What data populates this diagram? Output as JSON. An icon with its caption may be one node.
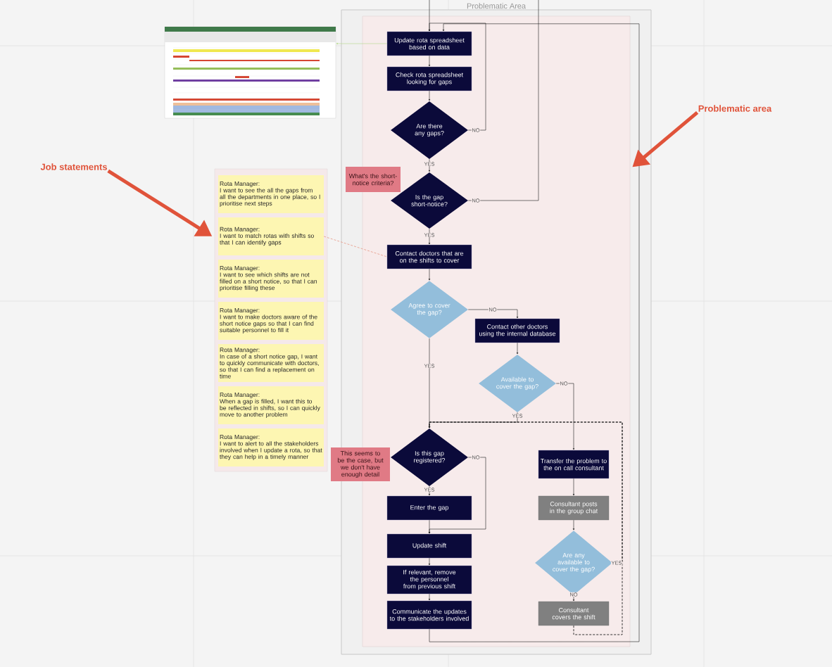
{
  "diagram": {
    "nodes": [
      {
        "text": [
          "Problematic Area"
        ]
      },
      {
        "text": [],
        "shape": "box",
        "in": 0
      },
      {
        "text": [
          "Update rota spreadsheet based on data"
        ],
        "in": 1
      },
      {
        "text": [
          "Check rota spreadsheet looking for gaps"
        ],
        "in": 1
      },
      {
        "text": [
          "Are there any gaps?"
        ],
        "in": 1
      },
      {
        "text": [
          "Is the gap short-notice?"
        ],
        "in": 1
      },
      {
        "text": [
          "What's the short-notice criteria?"
        ],
        "in": 0
      },
      {
        "text": [
          "Contact doctors that are on the shifts to cover"
        ],
        "in": 1
      },
      {
        "text": [
          "Agree to cover the gap?"
        ],
        "in": 1
      },
      {
        "text": [
          "Contact other doctors using the internal database"
        ],
        "in": 1
      },
      {
        "text": [
          "Available to cover the gap?"
        ],
        "in": 1
      },
      {
        "text": [
          "Is this gap registered?"
        ],
        "in": 1
      },
      {
        "text": [
          "This seems to be the case, but we don't have enough detail"
        ]
      },
      {
        "text": [
          "Enter the gap"
        ],
        "in": 1
      },
      {
        "text": [
          "Update shift"
        ],
        "in": 1
      },
      {
        "text": [
          "If relevant, remove the personnel from previous shift"
        ],
        "in": 1
      },
      {
        "text": [
          "Communicate the updates to the stakeholders involved"
        ],
        "in": 1
      },
      {
        "text": [
          "Transfer the problem to the on call consultant"
        ],
        "in": 1
      },
      {
        "text": [
          "Consultant posts in the group chat"
        ],
        "in": 1
      },
      {
        "text": [
          "Are any available to cover the gap?"
        ],
        "in": 1
      },
      {
        "text": [
          "Consultant covers the shift"
        ],
        "in": 1
      },
      {
        "text": [],
        "shape": "box"
      },
      {
        "text": [
          "Rota Manager:",
          "I want to see the all the gaps from all the departments in one place, so I prioritise next steps"
        ],
        "in": 21
      },
      {
        "text": [
          "Rota Manager:",
          "I want to match rotas with shifts so that I can identify gaps"
        ],
        "in": 21
      },
      {
        "text": [
          "Rota Manager:",
          "I want to see which shifts are not filled on a short notice, so that I can prioritise filling these"
        ],
        "in": 21
      },
      {
        "text": [
          "Rota Manager:",
          "I want to make doctors aware of the short notice gaps so that I can find suitable personnel to fill it"
        ],
        "in": 21
      },
      {
        "text": [
          "Rota Manager:",
          "In case of a short notice gap, I want to quickly communicate with doctors, so that I can find a replacement on time"
        ],
        "in": 21
      },
      {
        "text": [
          "Rota Manager:",
          "When a gap is filled, I want this to be reflected in shifts, so I can quickly move to another problem"
        ],
        "in": 21
      },
      {
        "text": [
          "Rota Manager:",
          "I want to alert to all the stakeholders involved when I update a rota, so that they can help in a timely manner"
        ],
        "in": 21
      },
      {
        "text": [],
        "shape": "picture"
      },
      {
        "text": [
          "Job statements"
        ]
      },
      {
        "text": [
          "Problematic area"
        ]
      }
    ],
    "edges": [
      {
        "from": null,
        "to": 2,
        "arrow": "to"
      },
      {
        "from": 2,
        "to": 3,
        "arrow": "to"
      },
      {
        "from": 3,
        "to": 4,
        "arrow": "to"
      },
      {
        "from": 4,
        "to": 5,
        "arrow": "to",
        "label": "YES"
      },
      {
        "from": 4,
        "to": 2,
        "arrow": "to",
        "label": "NO"
      },
      {
        "from": 5,
        "to": null,
        "arrow": "none",
        "label": "NO"
      },
      {
        "from": 5,
        "to": 7,
        "arrow": "to",
        "label": "YES"
      },
      {
        "from": 7,
        "to": 8,
        "arrow": "to"
      },
      {
        "from": 8,
        "to": 9,
        "arrow": "to",
        "label": "NO"
      },
      {
        "from": 8,
        "to": 11,
        "arrow": "to",
        "label": "YES"
      },
      {
        "from": 9,
        "to": 10,
        "arrow": "to"
      },
      {
        "from": 10,
        "to": 11,
        "arrow": "to",
        "label": "YES"
      },
      {
        "from": 10,
        "to": 17,
        "arrow": "to",
        "label": "NO"
      },
      {
        "from": 11,
        "to": 13,
        "arrow": "to",
        "label": "YES"
      },
      {
        "from": 11,
        "to": 14,
        "arrow": "to",
        "label": "NO"
      },
      {
        "from": 13,
        "to": 14,
        "arrow": "to"
      },
      {
        "from": 14,
        "to": 15,
        "arrow": "to"
      },
      {
        "from": 15,
        "to": 16,
        "arrow": "to"
      },
      {
        "from": 16,
        "to": 2,
        "arrow": "to"
      },
      {
        "from": 17,
        "to": 18,
        "arrow": "to"
      },
      {
        "from": 18,
        "to": 19,
        "arrow": "to"
      },
      {
        "from": 19,
        "to": 20,
        "arrow": "to",
        "label": "NO"
      },
      {
        "from": 19,
        "to": 11,
        "arrow": "to",
        "label": "YES",
        "style": "dashed"
      },
      {
        "from": 20,
        "to": 11,
        "arrow": "to",
        "style": "dashed"
      },
      {
        "from": 2,
        "to": 29,
        "arrow": "to",
        "color": "#b5d98a"
      },
      {
        "from": 23,
        "to": 7,
        "arrow": "none",
        "style": "dashed",
        "color": "#e8a090"
      },
      {
        "from": 30,
        "to": 21,
        "arrow": "to",
        "style": "thick",
        "color": "#e0533a"
      },
      {
        "from": 31,
        "to": 1,
        "arrow": "to",
        "style": "thick",
        "color": "#e0533a"
      }
    ]
  }
}
